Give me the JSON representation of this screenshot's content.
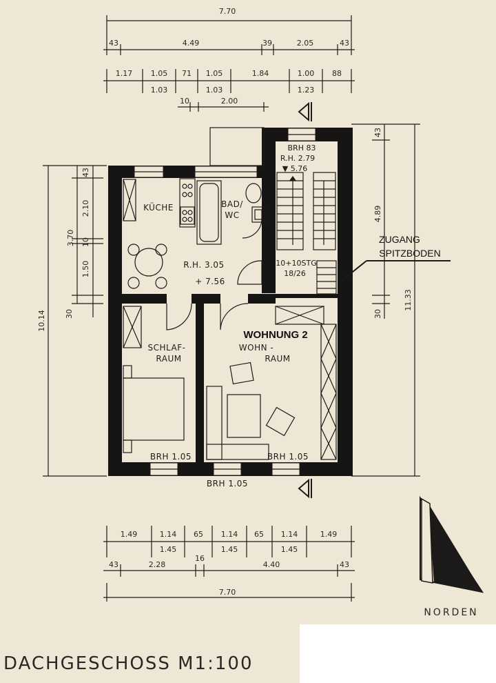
{
  "dims_top": {
    "overall": "7.70",
    "row2": [
      "43",
      "4.49",
      "39",
      "2.05",
      "43"
    ],
    "row3": [
      "1.17",
      "1.05",
      "71",
      "1.05",
      "1.84",
      "1.00",
      "88"
    ],
    "row4": [
      "1.03",
      "1.03",
      "1.23"
    ],
    "row5": [
      "10",
      "2.00"
    ]
  },
  "dims_bottom": {
    "row1": [
      "1.49",
      "1.14",
      "65",
      "1.14",
      "65",
      "1.14",
      "1.49"
    ],
    "row2": [
      "1.45",
      "1.45",
      "1.45"
    ],
    "row3": [
      "43",
      "2.28",
      "16",
      "4.40",
      "43"
    ],
    "overall": "7.70"
  },
  "dims_left": {
    "outer": "10.14",
    "mid": "3.70",
    "inner": [
      "43",
      "2.10",
      "10",
      "1.50",
      "30"
    ]
  },
  "dims_right": {
    "outer": "11.33",
    "inner": [
      "43",
      "4.89",
      "30"
    ]
  },
  "rooms": {
    "kueche": "KÜCHE",
    "bad": [
      "BAD/",
      "WC"
    ],
    "rh_main": "R.H. 3.05",
    "level_main": "+ 7.56",
    "schlaf": [
      "SCHLAF-",
      "RAUM"
    ],
    "wohn": [
      "WOHN -",
      "RAUM"
    ],
    "unit": "WOHNUNG 2",
    "brh_schlaf": "BRH 1.05",
    "brh_wohn": "BRH 1.05",
    "brh_outside": "BRH 1.05"
  },
  "stair": {
    "brh": "BRH 83",
    "rh": "R.H. 2.79",
    "level": "▼ 5.76",
    "steps": "10+10STG",
    "ratio": "18/26"
  },
  "access_label": [
    "ZUGANG",
    "SPITZBODEN"
  ],
  "north_label": "NORDEN",
  "title": "DACHGESCHOSS M1:100"
}
